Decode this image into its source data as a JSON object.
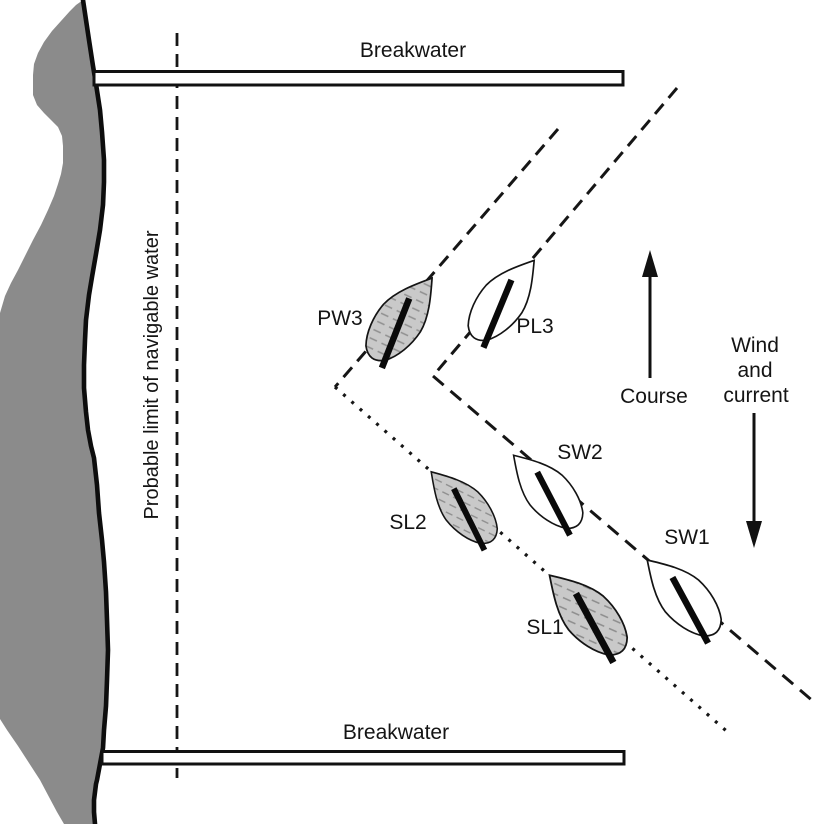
{
  "diagram": {
    "type": "sailing-tactics-harbour-diagram",
    "labels": {
      "breakwater_top": "Breakwater",
      "breakwater_bottom": "Breakwater",
      "navigable_limit": "Probable limit of navigable water",
      "course": "Course",
      "wind_line1": "Wind",
      "wind_line2": "and",
      "wind_line3": "current"
    },
    "arrows": {
      "course": {
        "direction": "up"
      },
      "wind_and_current": {
        "direction": "down"
      }
    },
    "boats": [
      {
        "label": "PW3",
        "hull": "shaded",
        "tack": "port",
        "leg": "upper"
      },
      {
        "label": "PL3",
        "hull": "white",
        "tack": "port",
        "leg": "upper"
      },
      {
        "label": "SL2",
        "hull": "shaded",
        "tack": "starboard",
        "leg": "lower"
      },
      {
        "label": "SW2",
        "hull": "white",
        "tack": "starboard",
        "leg": "lower"
      },
      {
        "label": "SL1",
        "hull": "shaded",
        "tack": "starboard",
        "leg": "lower"
      },
      {
        "label": "SW1",
        "hull": "white",
        "tack": "starboard",
        "leg": "lower"
      }
    ],
    "colors": {
      "background": "#ffffff",
      "land": "#8b8b8b",
      "coast_ink": "#0d0d0d",
      "hull_shaded": "#c9c9c9",
      "hull_hatch": "#8f8f8f",
      "ink": "#141414"
    }
  }
}
